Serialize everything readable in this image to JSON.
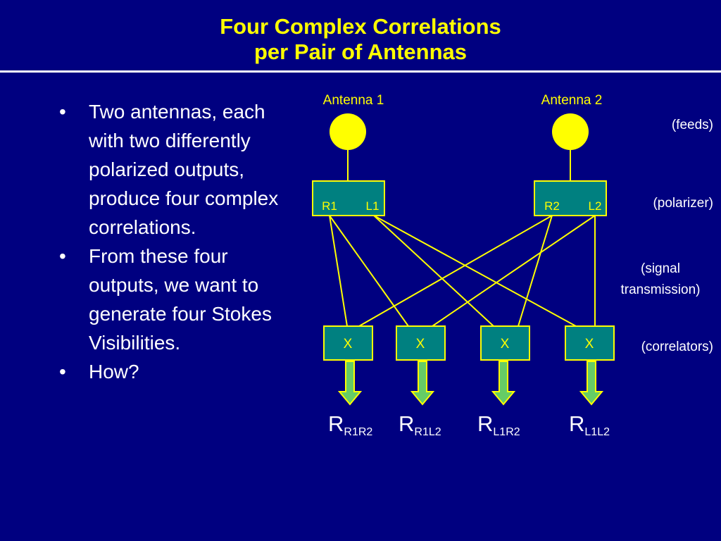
{
  "slide": {
    "title_line1": "Four Complex Correlations",
    "title_line2": "per Pair of Antennas",
    "colors": {
      "background": "#000080",
      "title": "#ffff00",
      "text": "#ffffff",
      "accent": "#ffff00",
      "box_fill": "#008080",
      "arrow_fill": "#66cc66"
    }
  },
  "bullets": [
    {
      "marker": "•",
      "text": "Two antennas, each with two differently polarized outputs, produce four complex correlations."
    },
    {
      "marker": "•",
      "text": "From these four outputs, we want to generate four Stokes Visibilities."
    },
    {
      "marker": "•",
      "text": "How?"
    }
  ],
  "diagram": {
    "antenna1_label": "Antenna 1",
    "antenna2_label": "Antenna 2",
    "polarizer1": {
      "left": "R1",
      "right": "L1"
    },
    "polarizer2": {
      "left": "R2",
      "right": "L2"
    },
    "correlator_symbol": "X",
    "stage_labels": {
      "feeds": "(feeds)",
      "polarizer": "(polarizer)",
      "signal_line1": "(signal",
      "signal_line2": "transmission)",
      "correlators": "(correlators)"
    },
    "outputs": [
      {
        "base": "R",
        "sub": "R1R2"
      },
      {
        "base": "R",
        "sub": "R1L2"
      },
      {
        "base": "R",
        "sub": "L1R2"
      },
      {
        "base": "R",
        "sub": "L1L2"
      }
    ]
  }
}
